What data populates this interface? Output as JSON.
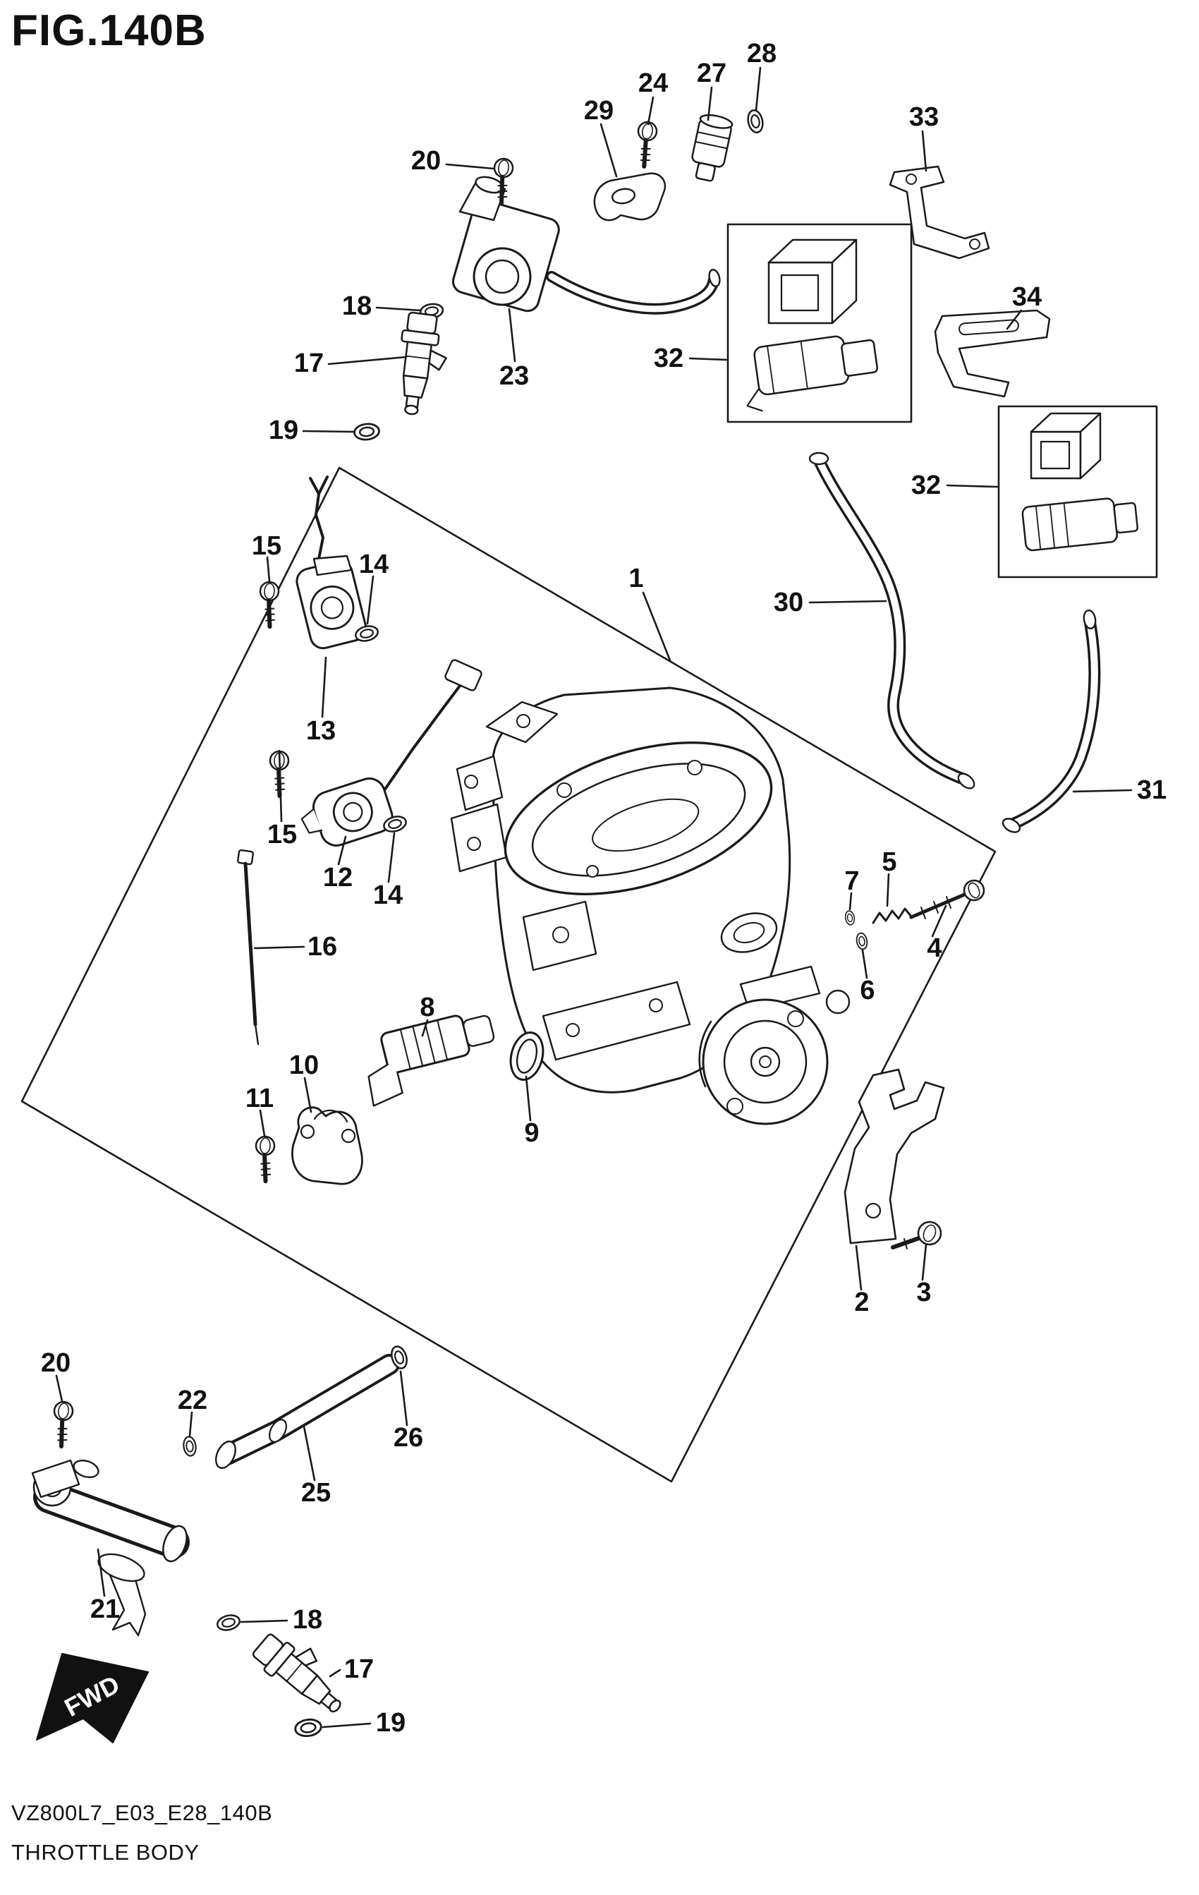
{
  "figure": {
    "title": "FIG.140B",
    "code": "VZ800L7_E03_E28_140B",
    "name": "THROTTLE BODY",
    "fwd_label": "FWD"
  },
  "callouts": [
    {
      "label": "20"
    },
    {
      "label": "24"
    },
    {
      "label": "27"
    },
    {
      "label": "28"
    },
    {
      "label": "29"
    },
    {
      "label": "33"
    },
    {
      "label": "18"
    },
    {
      "label": "17"
    },
    {
      "label": "23"
    },
    {
      "label": "32"
    },
    {
      "label": "34"
    },
    {
      "label": "19"
    },
    {
      "label": "32"
    },
    {
      "label": "30"
    },
    {
      "label": "1"
    },
    {
      "label": "15"
    },
    {
      "label": "14"
    },
    {
      "label": "31"
    },
    {
      "label": "13"
    },
    {
      "label": "15"
    },
    {
      "label": "12"
    },
    {
      "label": "14"
    },
    {
      "label": "5"
    },
    {
      "label": "7"
    },
    {
      "label": "4"
    },
    {
      "label": "6"
    },
    {
      "label": "16"
    },
    {
      "label": "8"
    },
    {
      "label": "10"
    },
    {
      "label": "9"
    },
    {
      "label": "11"
    },
    {
      "label": "2"
    },
    {
      "label": "3"
    },
    {
      "label": "20"
    },
    {
      "label": "22"
    },
    {
      "label": "26"
    },
    {
      "label": "25"
    },
    {
      "label": "21"
    },
    {
      "label": "18"
    },
    {
      "label": "17"
    },
    {
      "label": "19"
    }
  ]
}
